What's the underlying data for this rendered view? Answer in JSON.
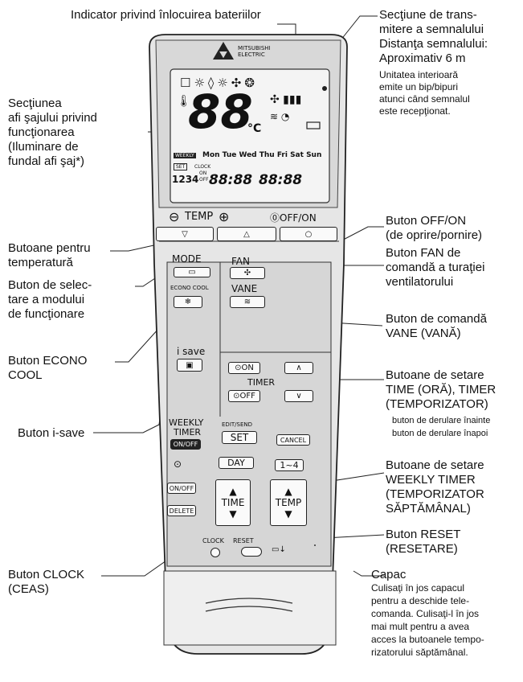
{
  "labels": {
    "battery": "Indicator privind înlocuirea bateriilor",
    "transmit": [
      "Secţiune de trans-",
      "mitere a semnalului",
      "Distanţa semnalului:",
      "Aproximativ 6 m"
    ],
    "transmit_note": [
      "Unitatea interioară",
      "emite un bip/bipuri",
      "atunci când semnalul",
      "este recepţionat."
    ],
    "display": [
      "Secţiunea",
      "afi şajului privind",
      "funcţionarea",
      "(Iluminare de",
      "fundal afi şaj*)"
    ],
    "offon": [
      "Buton OFF/ON",
      "(de oprire/pornire)"
    ],
    "temp_buttons": [
      "Butoane pentru",
      "temperatură"
    ],
    "fan": [
      "Buton FAN de",
      "comandă a turaţiei",
      "ventilatorului"
    ],
    "mode": [
      "Buton de selec-",
      "tare a modului",
      "de funcţionare"
    ],
    "vane": [
      "Buton de comandă",
      "VANE (VANĂ)"
    ],
    "econo": [
      "Buton ECONO",
      "COOL"
    ],
    "time_timer": [
      "Butoane de setare",
      "TIME (ORĂ), TIMER",
      "(TEMPORIZATOR)"
    ],
    "time_timer_note": [
      "buton de derulare înainte",
      "buton de derulare înapoi"
    ],
    "isave": "Buton i-save",
    "weekly": [
      "Butoane de setare",
      "WEEKLY TIMER",
      "(TEMPORIZATOR",
      "SĂPTĂMÂNAL)"
    ],
    "reset": [
      "Buton RESET",
      "(RESETARE)"
    ],
    "clock": [
      "Buton CLOCK",
      "(CEAS)"
    ],
    "cover_title": "Capac",
    "cover": [
      "Culisaţi în jos capacul",
      "pentru a deschide tele-",
      "comanda. Culisaţi-l în jos",
      "mai mult pentru a avea",
      "acces la butoanele tempo-",
      "rizatorului săptămânal."
    ]
  },
  "remote": {
    "brand": [
      "MITSUBISHI",
      "ELECTRIC"
    ],
    "temp_value": "88",
    "temp_unit": "°C",
    "days": "Mon Tue Wed Thu Fri Sat Sun",
    "weekly_badge": "WEEKLY",
    "set_badge": "SET",
    "clock_small": "CLOCK",
    "on_small": "ON",
    "off_small": "OFF",
    "digits_1234": "1234",
    "time_left": "88:88",
    "time_right": "88:88",
    "temp_label": "TEMP",
    "offon_label": "OFF/ON",
    "mode_label": "MODE",
    "fan_label": "FAN",
    "econo_label": "ECONO COOL",
    "vane_label": "VANE",
    "isave_label": "i save",
    "on_btn": "ON",
    "timer_label": "TIMER",
    "off_btn": "OFF",
    "weekly_label": [
      "WEEKLY",
      "TIMER"
    ],
    "weekly_onoff": "ON/OFF",
    "edit_send": "EDIT/SEND",
    "set_btn": "SET",
    "cancel_btn": "CANCEL",
    "day_btn": "DAY",
    "range_btn": "1~4",
    "onoff_btn": "ON/OFF",
    "delete_btn": "DELETE",
    "time_btn": "TIME",
    "temp_btn": "TEMP",
    "clock_label": "CLOCK",
    "reset_label": "RESET"
  }
}
